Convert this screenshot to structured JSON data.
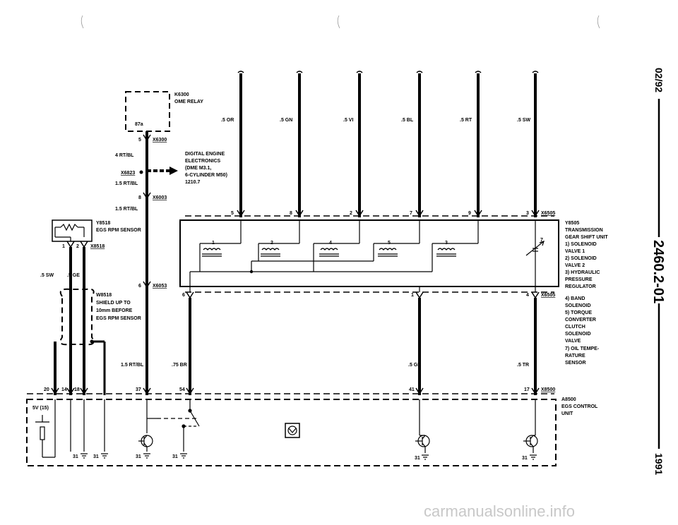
{
  "relay": {
    "id": "K6300",
    "name": "OME RELAY",
    "pin": "87a"
  },
  "dme": {
    "lines": [
      "DIGITAL ENGINE",
      "ELECTRONICS",
      "(DME M3.1,",
      "6-CYLINDER M50)",
      "1210.7"
    ]
  },
  "connectors": {
    "x6300": "X6300",
    "x6823": "X6823",
    "x6003": "X6003",
    "x6053": "X6053",
    "x6505": "X6505",
    "x6505b": "X6505",
    "x8518": "X8518",
    "x8500": "X8500"
  },
  "pins": {
    "x6300": "5",
    "x6003": "8",
    "x6053": "6",
    "x8518_1": "1",
    "x8518_2": "2",
    "x6505_top": [
      "5",
      "8",
      "2",
      "7",
      "9",
      "3"
    ],
    "x6505_bot": [
      "6",
      "1",
      "4"
    ],
    "x8500": [
      "20",
      "14",
      "18",
      "37",
      "54",
      "41",
      "17"
    ]
  },
  "wires": {
    "w4rtbl": "4 RT/BL",
    "w15rtbl_a": "1.5 RT/BL",
    "w15rtbl_b": "1.5 RT/BL",
    "w15rtbl_c": "1.5 RT/BL",
    "top": [
      ".5 OR",
      ".5 GN",
      ".5 VI",
      ".5 BL",
      ".5 RT",
      ".5 SW"
    ],
    "sw": ".5 SW",
    "ge": ".5 GE",
    "br": ".75 BR",
    "gr": ".5 GR",
    "tr": ".5 TR"
  },
  "sensor": {
    "id": "Y8518",
    "name": "EGS RPM SENSOR"
  },
  "shield": {
    "id": "W8518",
    "lines": [
      "SHIELD UP TO",
      "10mm BEFORE",
      "EGS RPM SENSOR"
    ]
  },
  "transmission": {
    "id": "Y8505",
    "lines": [
      "TRANSMISSION",
      "GEAR SHIFT UNIT",
      "1)  SOLENOID",
      "     VALVE 1",
      "2)  SOLENOID",
      "     VALVE 2",
      "3)  HYDRAULIC",
      "     PRESSURE",
      "     REGULATOR",
      "4)  BAND",
      "     SOLENOID",
      "5)  TORQUE",
      "     CONVERTER",
      "     CLUTCH",
      "     SOLENOID",
      "     VALVE",
      "7)  OIL TEMPE-",
      "     RATURE",
      "     SENSOR"
    ],
    "solenoids": [
      "1",
      "2",
      "4",
      "5",
      "3"
    ],
    "sensor_num": "7"
  },
  "ecu": {
    "id": "A8500",
    "name1": "EGS CONTROL",
    "name2": "UNIT",
    "supply": "5V (15)",
    "grounds": [
      "31",
      "31",
      "31",
      "31",
      "31",
      "31"
    ]
  },
  "side": {
    "date": "02/92",
    "page": "2460.2-01",
    "year": "1991"
  },
  "watermark": "carmanualsonline.info"
}
